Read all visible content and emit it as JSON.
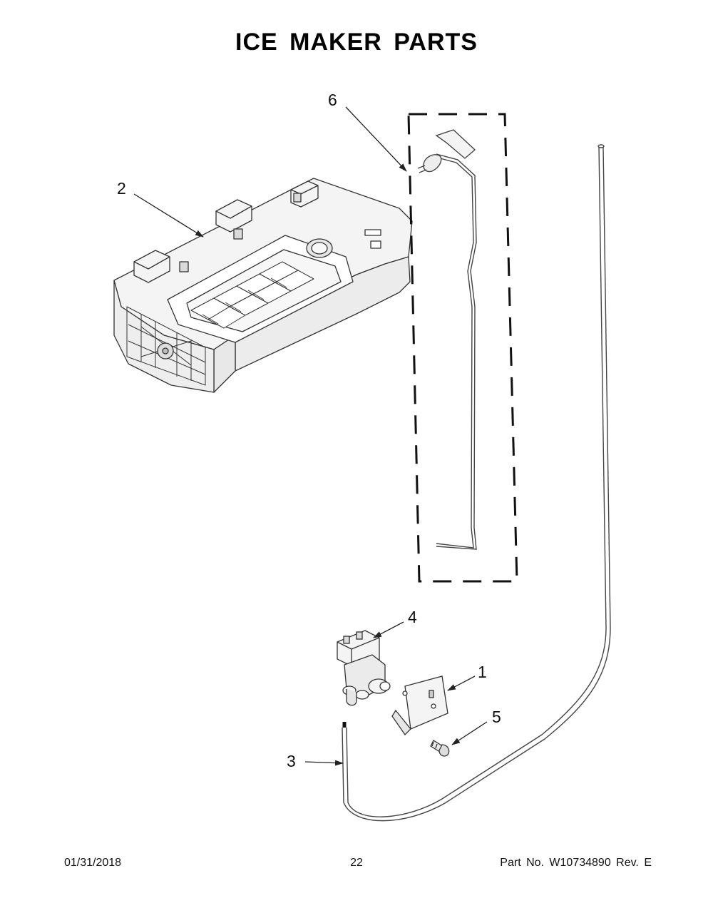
{
  "page": {
    "title": "ICE MAKER PARTS"
  },
  "callouts": {
    "c1": "1",
    "c2": "2",
    "c3": "3",
    "c4": "4",
    "c5": "5",
    "c6": "6"
  },
  "footer": {
    "date": "01/31/2018",
    "page_number": "22",
    "part_info": "Part No.  W10734890  Rev.  E"
  },
  "colors": {
    "line": "#333333",
    "fill": "#f4f4f4"
  }
}
